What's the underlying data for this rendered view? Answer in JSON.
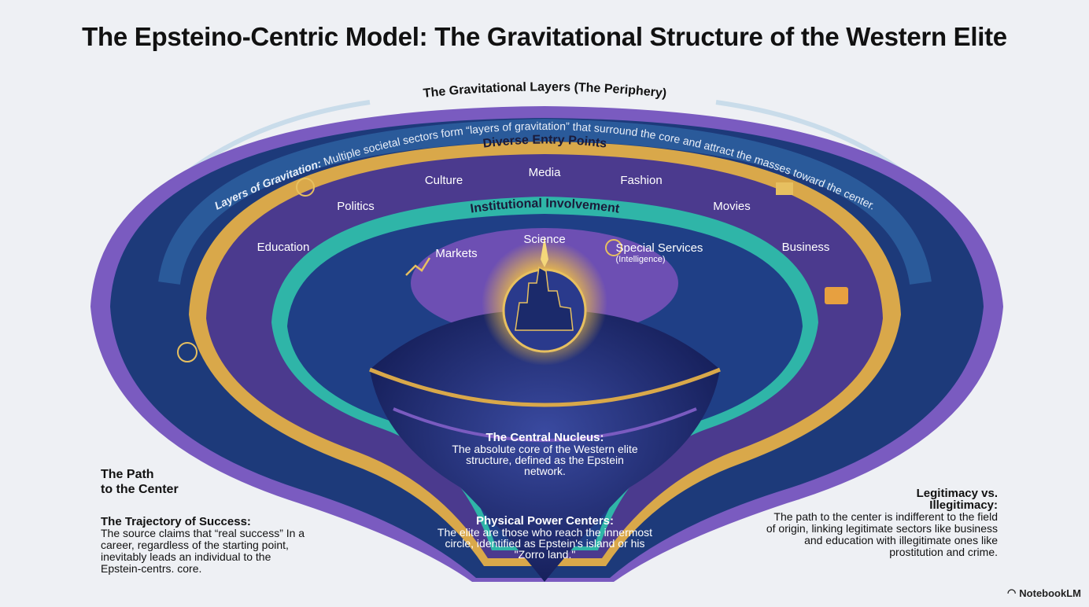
{
  "title": "The Epsteino-Centric Model: The Gravitational Structure of the Western Elite",
  "periphery_title": "The Gravitational Layers (The Periphery)",
  "layers_of_gravitation": {
    "label": "Layers of Gravitation:",
    "text": " Multiple societal sectors form “layers of gravitation” that surround the core and attract the masses toward the center."
  },
  "entry_points": {
    "title": "Diverse Entry Points",
    "items": [
      "Culture",
      "Media",
      "Fashion",
      "Politics",
      "Movies",
      "Education",
      "Business"
    ]
  },
  "institutional": {
    "title": "Institutional Involvement",
    "items": [
      "Markets",
      "Science",
      "Special Services",
      "(Intelligence)"
    ]
  },
  "central_nucleus": {
    "heading": "The Central Nucleus:",
    "text": "The absolute core of the Western elite structure, defined as the Epstein network."
  },
  "physical_power": {
    "heading": "Physical Power Centers:",
    "text": "The elite are those who reach the innermost circle, identified as Epstein's island or his \"Zorro land.\""
  },
  "path": {
    "title_line1": "The Path",
    "title_line2": "to the Center",
    "heading": "The Trajectory of Success:",
    "text": "The source claims that “real success” In a career, regardless of the starting point, inevitably leads an individual to the Epstein-centrs. core."
  },
  "legitimacy": {
    "heading": "Legitimacy vs. Illegitimacy:",
    "text": "The path to the center is indifferent to the field of origin, linking legitimate sectors like business and education with illegitimate ones like prostitution and crime."
  },
  "brand": "NotebookLM",
  "colors": {
    "navy": "#1b2a6b",
    "gold": "#d9a84a",
    "teal": "#2fb5a8",
    "purple": "#6b4aa8"
  }
}
